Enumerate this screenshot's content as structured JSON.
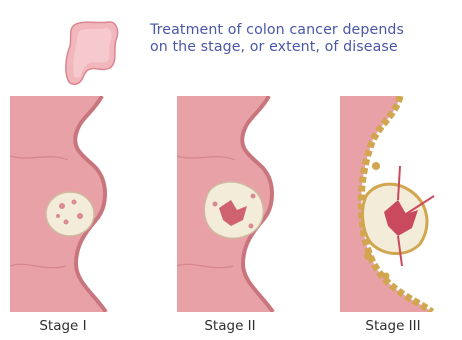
{
  "heading": {
    "line1": "Treatment of colon cancer depends",
    "line2": "on the stage, or extent, of disease"
  },
  "icons": {
    "header": "colon-icon"
  },
  "colors": {
    "tissue": "#e7a1a7",
    "tissue_dark": "#c9757d",
    "heading_text": "#4a57a6",
    "tumor": "#f3ecd9",
    "metastasis": "#d1a64e"
  },
  "stages": [
    {
      "label": "Stage I"
    },
    {
      "label": "Stage II"
    },
    {
      "label": "Stage III"
    }
  ]
}
